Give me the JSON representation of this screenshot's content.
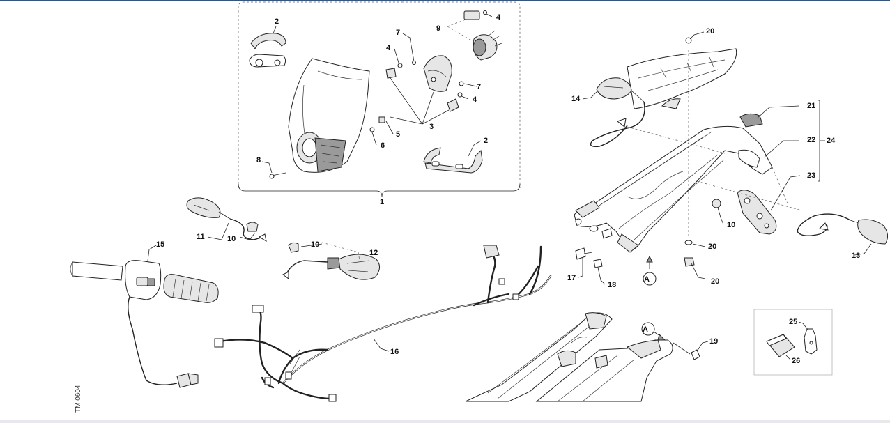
{
  "drawing_code": "TM 0604",
  "callouts": {
    "c1": "1",
    "c2a": "2",
    "c2b": "2",
    "c3": "3",
    "c4a": "4",
    "c4b": "4",
    "c4c": "4",
    "c5": "5",
    "c6": "6",
    "c7a": "7",
    "c7b": "7",
    "c8": "8",
    "c9": "9",
    "c10a": "10",
    "c10b": "10",
    "c10c": "10",
    "c11": "11",
    "c12": "12",
    "c13": "13",
    "c14": "14",
    "c15": "15",
    "c16": "16",
    "c17": "17",
    "c18": "18",
    "c19": "19",
    "c20a": "20",
    "c20b": "20",
    "c20c": "20",
    "c21": "21",
    "c22": "22",
    "c23": "23",
    "c24": "24",
    "c25": "25",
    "c26": "26"
  },
  "view_markers": {
    "a1": "A",
    "a2": "A"
  }
}
